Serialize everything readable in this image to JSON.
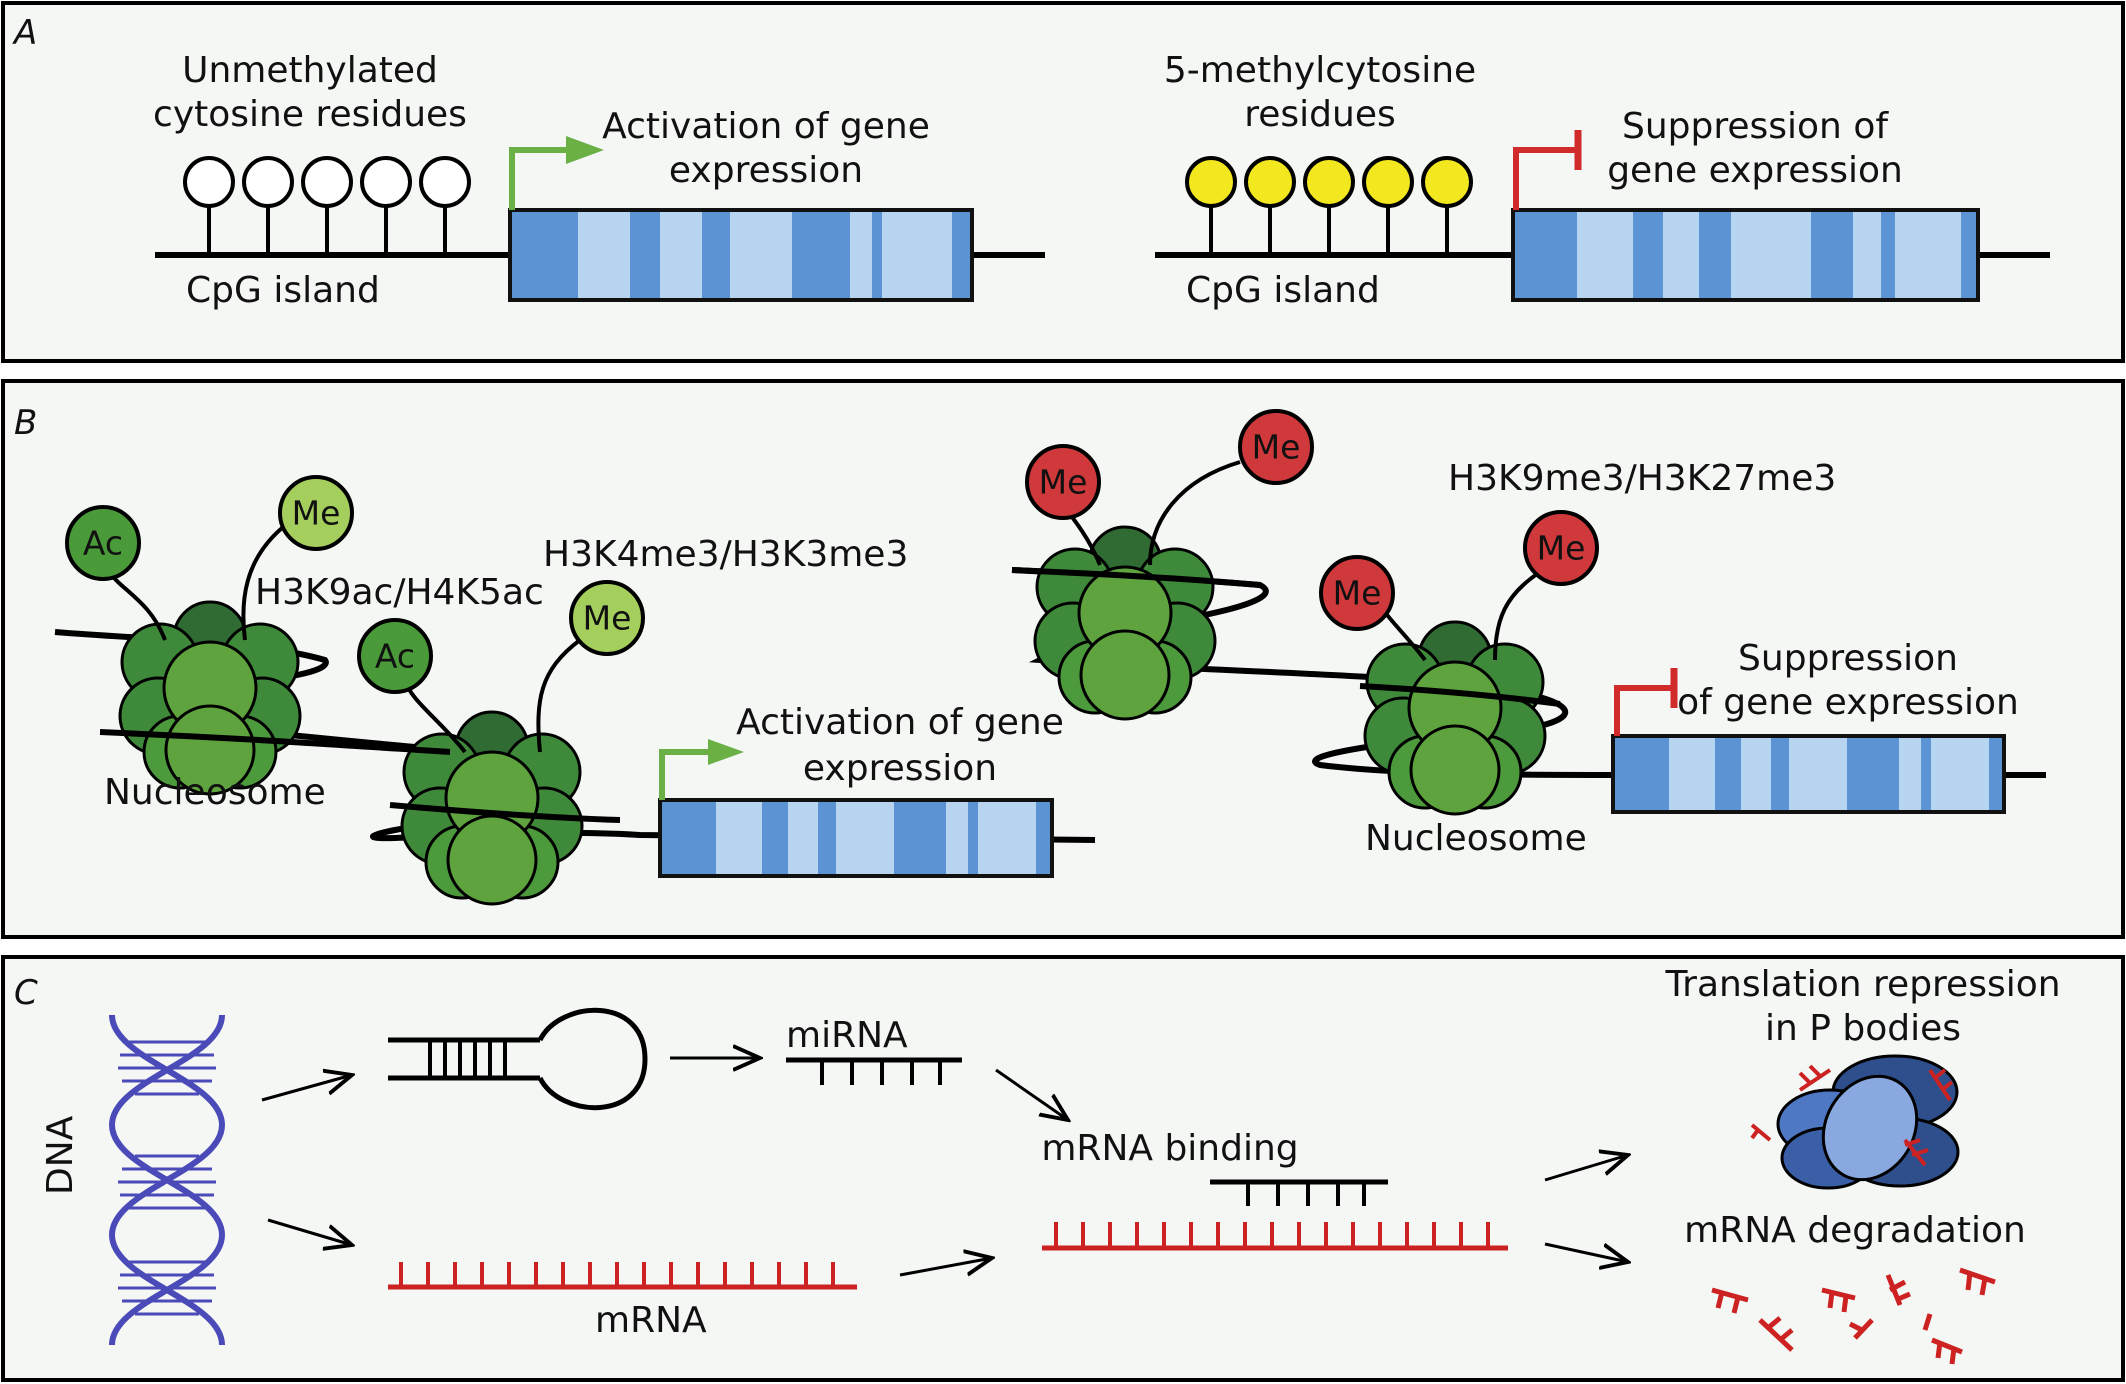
{
  "colors": {
    "panel_bg": "#f5f7f5",
    "gene_dark": "#5b93d3",
    "gene_light": "#b7d5f0",
    "activation_arrow": "#6ab045",
    "suppression_bar": "#d12a2a",
    "acetyl_group": "#4b9a3a",
    "methyl_active": "#a5cf5c",
    "methyl_repressive": "#d0393c",
    "methylated_cytosine": "#f3e71f",
    "nucleosome_dark": "#2f6b33",
    "nucleosome_light": "#5fa33e",
    "mirna_color": "#111111",
    "mrna_color": "#cc2222",
    "dna_helix": "#4a4ab8",
    "p_body": "#4f78c4"
  },
  "panel_a": {
    "letter": "A",
    "left": {
      "residue_label_line1": "Unmethylated",
      "residue_label_line2": "cytosine residues",
      "island_label": "CpG island",
      "outcome_line1": "Activation of gene",
      "outcome_line2": "expression"
    },
    "right": {
      "residue_label_line1": "5-methylcytosine",
      "residue_label_line2": "residues",
      "island_label": "CpG island",
      "outcome_line1": "Suppression of",
      "outcome_line2": "gene expression"
    }
  },
  "panel_b": {
    "letter": "B",
    "active": {
      "marks_1": "H3K9ac/H4K5ac",
      "marks_2": "H3K4me3/H3K3me3",
      "acetyl_label": "Ac",
      "methyl_label": "Me",
      "nucleosome_label": "Nucleosome",
      "outcome_line1": "Activation of gene",
      "outcome_line2": "expression"
    },
    "repressive": {
      "marks": "H3K9me3/H3K27me3",
      "methyl_label": "Me",
      "nucleosome_label": "Nucleosome",
      "outcome_line1": "Suppression",
      "outcome_line2": "of gene expression"
    }
  },
  "panel_c": {
    "letter": "C",
    "dna_label": "DNA",
    "mirna_label": "miRNA",
    "mrna_label": "mRNA",
    "binding_label": "mRNA binding",
    "repression_line1": "Translation repression",
    "repression_line2": "in P bodies",
    "degradation_label": "mRNA degradation"
  }
}
